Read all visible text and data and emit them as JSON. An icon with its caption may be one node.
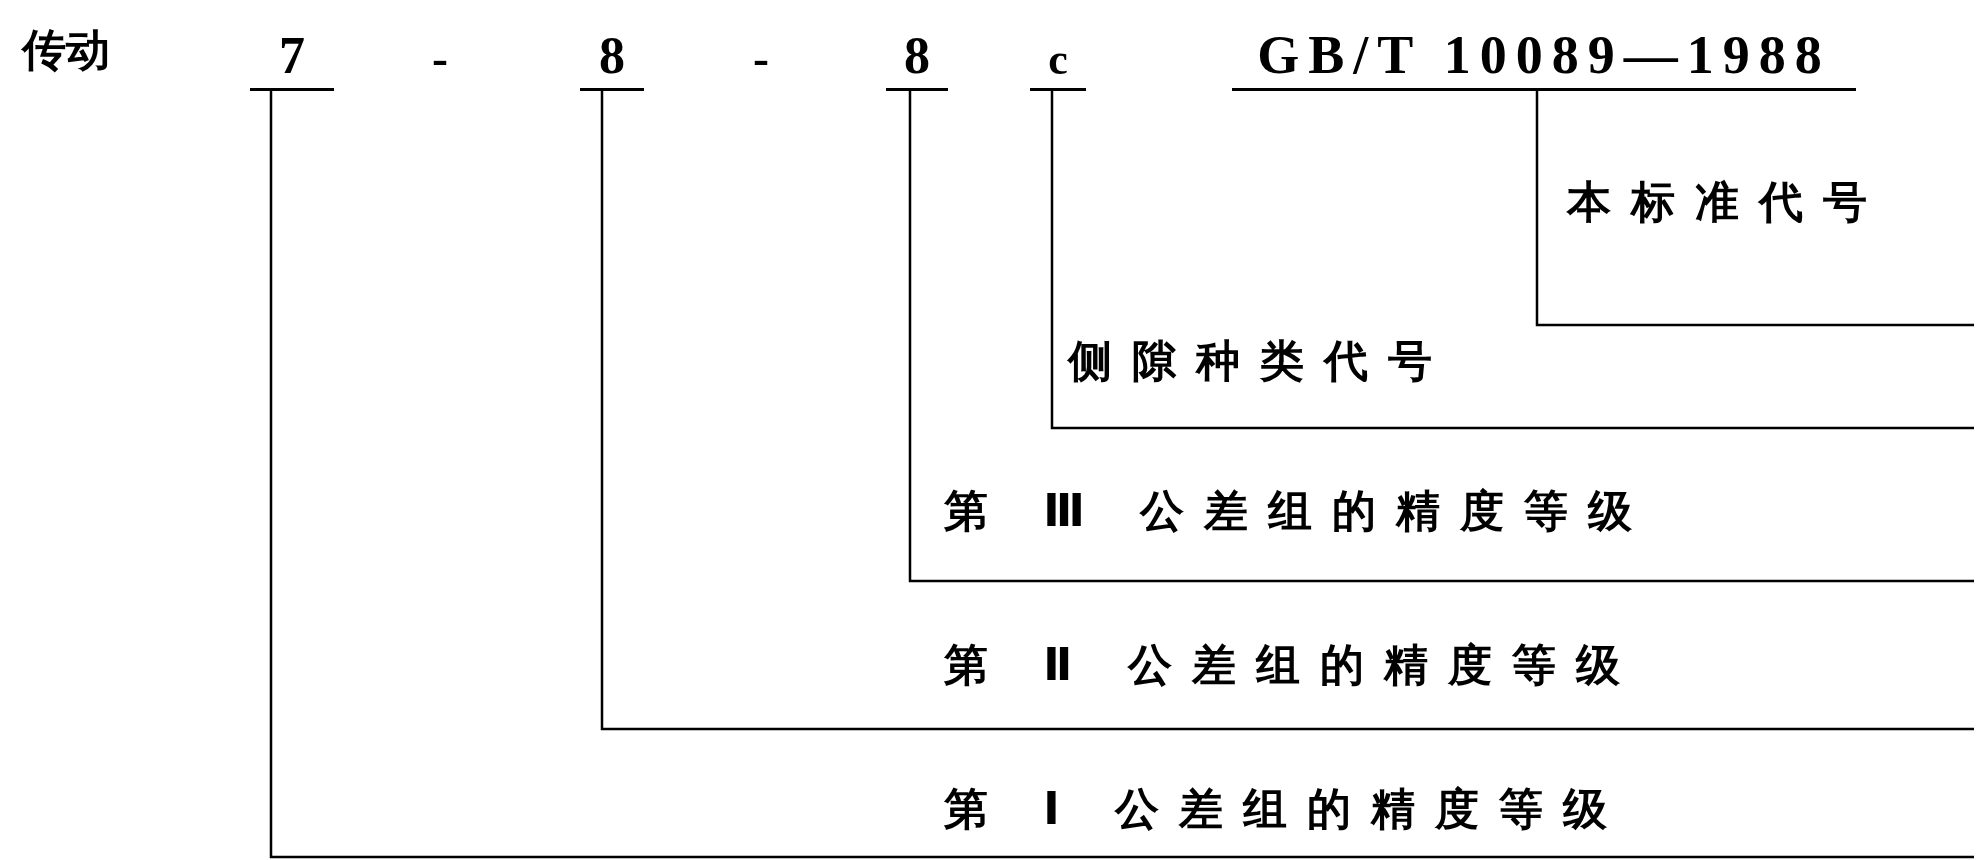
{
  "diagram": {
    "nodes": [
      {
        "text": [
          "7"
        ]
      },
      {
        "text": [
          "8"
        ]
      },
      {
        "text": [
          "8"
        ]
      },
      {
        "text": [
          "c"
        ]
      },
      {
        "text": [
          "GB/T 10089—1988"
        ]
      },
      {
        "text": [
          "本标准代号"
        ]
      },
      {
        "text": [
          "侧隙种类代号"
        ]
      },
      {
        "text": [
          "第 Ⅲ 公差组的精度等级"
        ]
      },
      {
        "text": [
          "第 Ⅱ 公差组的精度等级"
        ]
      },
      {
        "text": [
          "第 Ⅰ 公差组的精度等级"
        ]
      }
    ],
    "edges": [
      {
        "from": 4,
        "to": 5,
        "arrow": "none"
      },
      {
        "from": 3,
        "to": 6,
        "arrow": "none"
      },
      {
        "from": 2,
        "to": 7,
        "arrow": "none"
      },
      {
        "from": 1,
        "to": 8,
        "arrow": "none"
      },
      {
        "from": 0,
        "to": 9,
        "arrow": "none"
      }
    ],
    "labels": [
      "传动",
      "-",
      "-"
    ]
  }
}
